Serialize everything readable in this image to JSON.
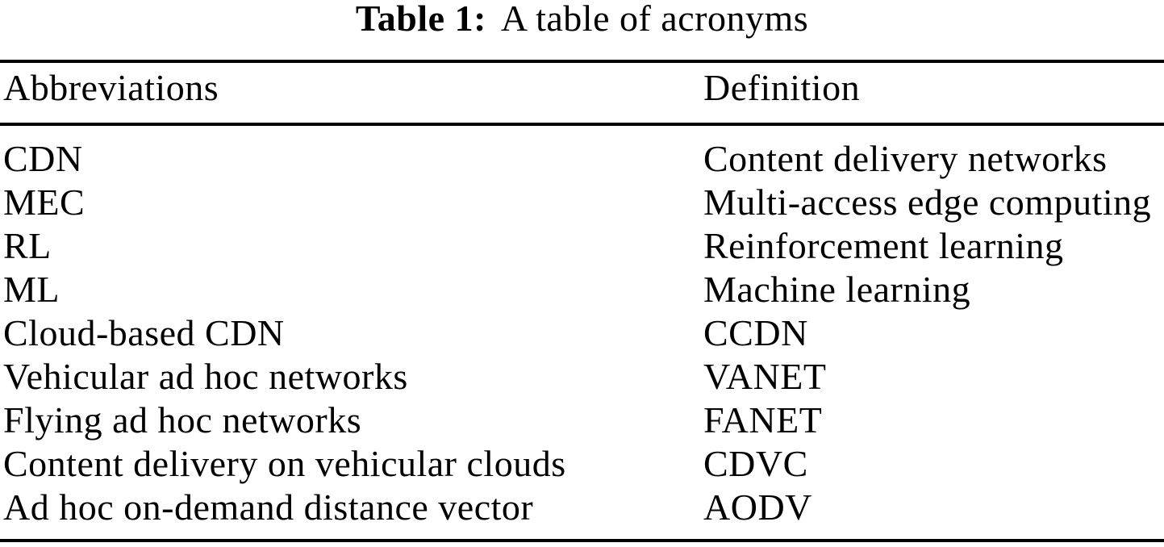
{
  "caption": {
    "label": "Table 1:",
    "text": "A table of acronyms"
  },
  "table": {
    "headers": [
      "Abbreviations",
      "Definition"
    ],
    "rows": [
      [
        "CDN",
        "Content delivery networks"
      ],
      [
        "MEC",
        "Multi-access edge computing"
      ],
      [
        "RL",
        "Reinforcement learning"
      ],
      [
        "ML",
        "Machine learning"
      ],
      [
        "Cloud-based CDN",
        "CCDN"
      ],
      [
        "Vehicular ad hoc networks",
        "VANET"
      ],
      [
        "Flying ad hoc networks",
        "FANET"
      ],
      [
        "Content delivery on vehicular clouds",
        "CDVC"
      ],
      [
        "Ad hoc on-demand distance vector",
        "AODV"
      ]
    ]
  },
  "colors": {
    "text": "#000000",
    "background": "#ffffff",
    "rule": "#000000"
  }
}
